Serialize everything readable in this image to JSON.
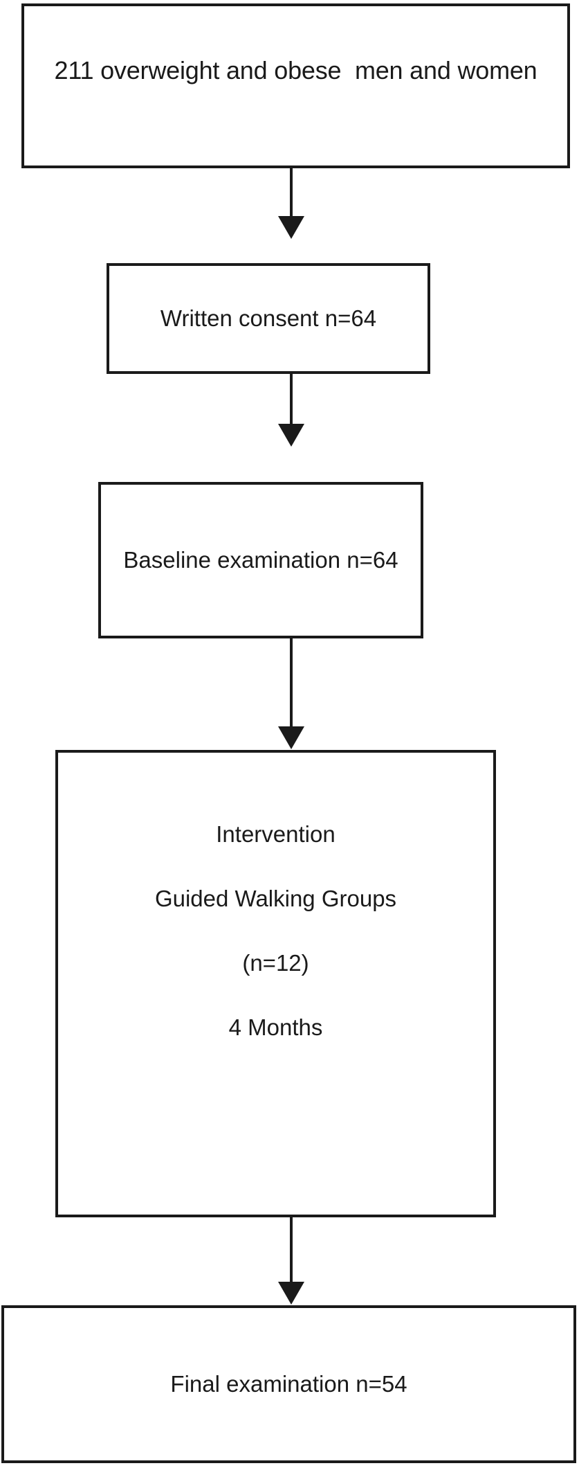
{
  "diagram": {
    "type": "flowchart",
    "title": "Study participant flow",
    "orientation": "vertical",
    "colors": {
      "line": "#1a1a1a",
      "box_fill": "#ffffff",
      "text": "#1a1a1a",
      "background": "#ffffff"
    },
    "nodes": [
      {
        "id": "screened",
        "name": "screened-participants",
        "text": "211 overweight and obese  men and women",
        "lines": [
          "211 overweight and obese  men",
          "and women"
        ],
        "count": 211
      },
      {
        "id": "consent",
        "name": "written-consent",
        "text": "Written consent n=64",
        "lines": [
          "Written consent",
          "n=64"
        ],
        "count": 64
      },
      {
        "id": "baseline",
        "name": "baseline-examination",
        "text": "Baseline examination n=64",
        "lines": [
          "Baseline",
          "examination n=64"
        ],
        "count": 64
      },
      {
        "id": "intervention",
        "name": "intervention",
        "text": "Intervention Guided Walking Groups (n=12) 4 Months",
        "lines": [
          "Intervention",
          "Guided Walking Groups",
          "(n=12)",
          "4 Months"
        ],
        "count": 12,
        "duration": "4 Months"
      },
      {
        "id": "final",
        "name": "final-examination",
        "text": "Final examination n=54",
        "lines": [
          "Final examination n=54"
        ],
        "count": 54
      }
    ],
    "edges": [
      {
        "from": "screened",
        "to": "consent",
        "marker": "arrow-down"
      },
      {
        "from": "consent",
        "to": "baseline",
        "marker": "arrow-down"
      },
      {
        "from": "baseline",
        "to": "intervention",
        "marker": "arrow-down"
      },
      {
        "from": "intervention",
        "to": "final",
        "marker": "arrow-down"
      }
    ]
  }
}
